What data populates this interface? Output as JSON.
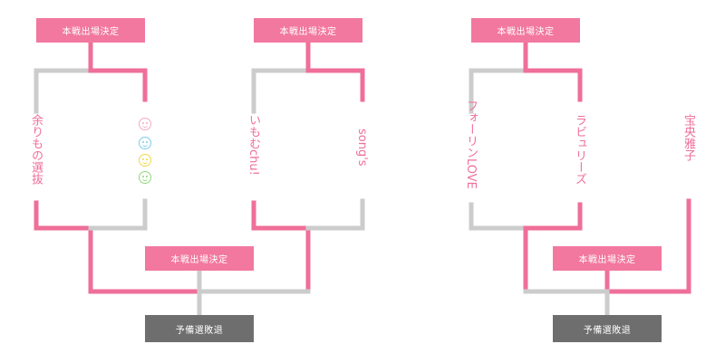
{
  "labels": {
    "advance": "本戦出場決定",
    "eliminated": "予備選敗退"
  },
  "teams": {
    "amarimono": "余りもの選抜",
    "imomuchu": "いもむchu!",
    "songs": "song's",
    "fourin": "フォーリンLOVE",
    "rabyuriizu": "ラビュリーズ",
    "houou": "宝央雅子"
  },
  "colors": {
    "winner_line": "#ef6f99",
    "loser_line": "#cccccc",
    "advance_box": "#f2789f",
    "eliminated_box": "#6e6e6e",
    "emoji": [
      "#f7a8c8",
      "#7ccbea",
      "#f2d84a",
      "#8ed87a"
    ]
  },
  "icons": [
    "smiley-pink-icon",
    "smiley-blue-icon",
    "smiley-yellow-icon",
    "smiley-green-icon"
  ]
}
